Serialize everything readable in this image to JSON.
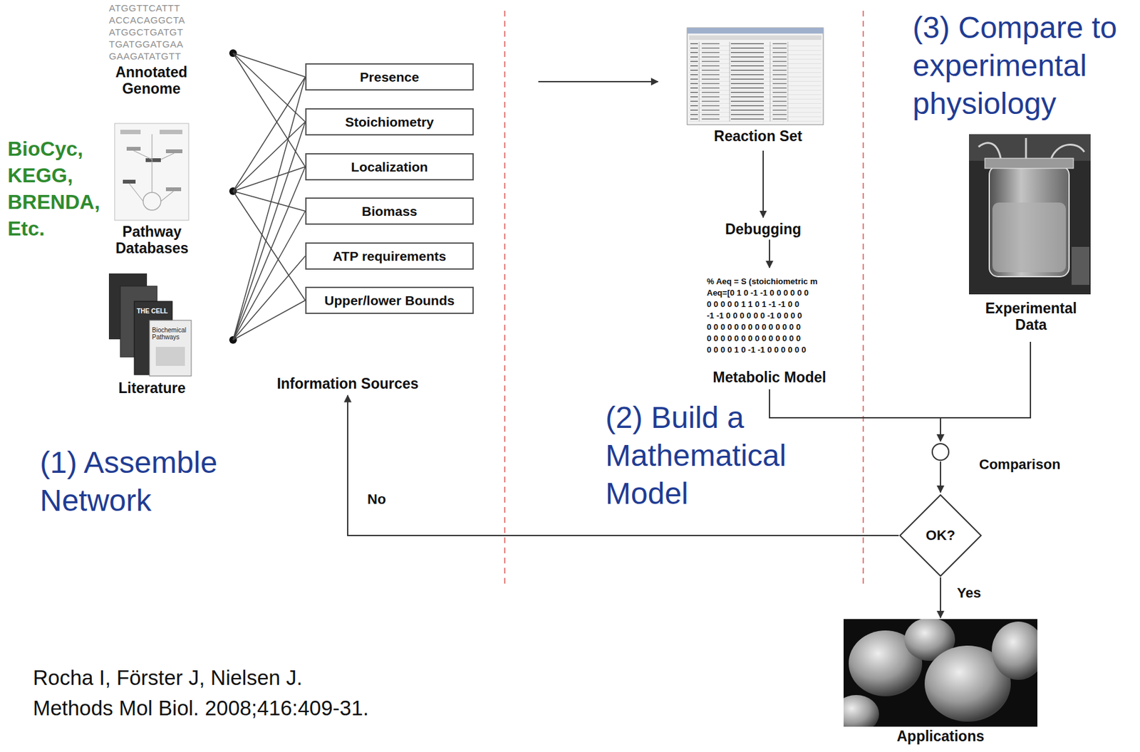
{
  "diagram": {
    "nodes": [
      {
        "text": [
          "Annotated Genome"
        ]
      },
      {
        "text": [
          "Pathway Databases"
        ]
      },
      {
        "text": [
          "Literature"
        ]
      },
      {
        "text": [
          "Presence"
        ]
      },
      {
        "text": [
          "Stoichiometry"
        ]
      },
      {
        "text": [
          "Localization"
        ]
      },
      {
        "text": [
          "Biomass"
        ]
      },
      {
        "text": [
          "ATP requirements"
        ]
      },
      {
        "text": [
          "Upper/lower Bounds"
        ]
      },
      {
        "text": [
          "Information Sources"
        ]
      },
      {
        "text": [
          "Reaction Set"
        ]
      },
      {
        "text": [
          "Debugging"
        ]
      },
      {
        "text": [
          "Metabolic Model"
        ]
      },
      {
        "text": [
          "Experimental Data"
        ]
      },
      {
        "text": [
          "Comparison"
        ]
      },
      {
        "text": [
          "OK?"
        ]
      },
      {
        "text": [
          "Applications"
        ]
      }
    ],
    "edges": [
      {
        "from": 0,
        "to": 3,
        "arrow": "none"
      },
      {
        "from": 0,
        "to": 4,
        "arrow": "none"
      },
      {
        "from": 0,
        "to": 5,
        "arrow": "none"
      },
      {
        "from": 1,
        "to": 3,
        "arrow": "none"
      },
      {
        "from": 1,
        "to": 4,
        "arrow": "none"
      },
      {
        "from": 1,
        "to": 5,
        "arrow": "none"
      },
      {
        "from": 1,
        "to": 6,
        "arrow": "none"
      },
      {
        "from": 1,
        "to": 8,
        "arrow": "none"
      },
      {
        "from": 2,
        "to": 3,
        "arrow": "none"
      },
      {
        "from": 2,
        "to": 4,
        "arrow": "none"
      },
      {
        "from": 2,
        "to": 5,
        "arrow": "none"
      },
      {
        "from": 2,
        "to": 6,
        "arrow": "none"
      },
      {
        "from": 2,
        "to": 7,
        "arrow": "none"
      },
      {
        "from": 2,
        "to": 8,
        "arrow": "none"
      },
      {
        "from": 10,
        "to": 11,
        "arrow": "to"
      },
      {
        "from": 11,
        "to": 12,
        "arrow": "to"
      },
      {
        "from": 12,
        "to": 14,
        "arrow": "to"
      },
      {
        "from": 13,
        "to": 14,
        "arrow": "to"
      },
      {
        "from": 14,
        "to": 15,
        "arrow": "to"
      },
      {
        "from": 15,
        "to": 9,
        "label": "No",
        "arrow": "to"
      },
      {
        "from": 15,
        "to": 16,
        "label": "Yes",
        "arrow": "to"
      }
    ],
    "labels": [
      "ATGGTTCATTT",
      "ACCACAGGCTA",
      "ATGGCTGATGT",
      "TGATGGATGAA",
      "GAAGATATGTT",
      "BioCyc, KEGG, BRENDA, Etc.",
      "THE CELL",
      "Biochemical Pathways",
      "(1) Assemble Network",
      "% Aeq = S (stoichiometric m",
      "Aeq=[0 1 0 -1 -1 0 0 0 0 0 0",
      "0 0 0 0 0 1 1 0 1 -1 -1 0 0",
      "-1 -1 0 0 0 0 0 0 -1 0 0 0 0",
      "0 0 0 0 0 0 0 0 0 0 0 0 0 0",
      "0 0 0 0 0 0 0 0 0 0 0 0 0 0",
      "0 0 0 0 1 0 -1 -1 0 0 0 0 0 0",
      "(2) Build a Mathematical Model",
      "(3) Compare to experimental physiology",
      "Rocha I, Förster J, Nielsen J.",
      "Methods Mol Biol. 2008;416:409-31."
    ]
  }
}
